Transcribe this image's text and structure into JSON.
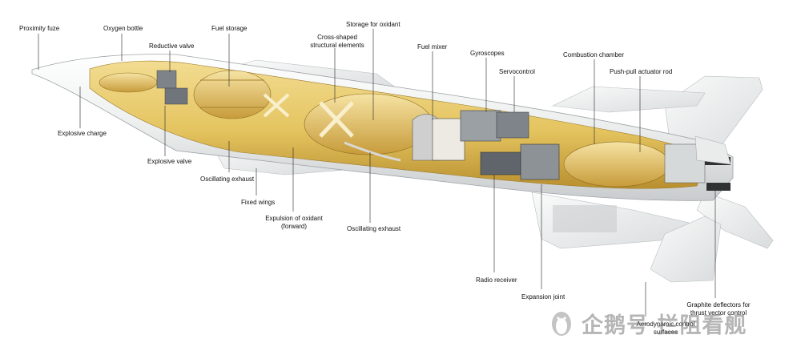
{
  "labels": {
    "proximity_fuze": "Proximity fuze",
    "oxygen_bottle": "Oxygen bottle",
    "reductive_valve": "Reductive valve",
    "fuel_storage": "Fuel storage",
    "cross_shaped_1": "Cross-shaped",
    "cross_shaped_2": "structural elements",
    "storage_oxidant": "Storage for oxidant",
    "fuel_mixer": "Fuel mixer",
    "gyroscopes": "Gyroscopes",
    "combustion_chamber": "Combustion chamber",
    "servocontrol": "Servocontrol",
    "push_pull": "Push-pull actuator rod",
    "explosive_charge": "Explosive charge",
    "explosive_valve": "Explosive valve",
    "oscillating_exhaust_left": "Oscillating exhaust",
    "fixed_wings": "Fixed wings",
    "expulsion_1": "Expulsion of oxidant",
    "expulsion_2": "(forward)",
    "oscillating_exhaust_right": "Oscillating exhaust",
    "radio_receiver": "Radio receiver",
    "expansion_joint": "Expansion joint",
    "graphite_1": "Graphite deflectors for",
    "graphite_2": "thrust vector control",
    "aerodynamic_1": "Aerodynamic control",
    "aerodynamic_2": "surfaces"
  },
  "watermark": "企鹅号 拦阻看舰",
  "watermark_icon": "penguin-logo-icon",
  "colors": {
    "fuselage": "#f1f3f2",
    "interior": "#e7c96a",
    "interior_dark": "#c9a23e",
    "fin": "#eef0f0",
    "machinery": "#8a8f93",
    "leader": "#222222"
  }
}
